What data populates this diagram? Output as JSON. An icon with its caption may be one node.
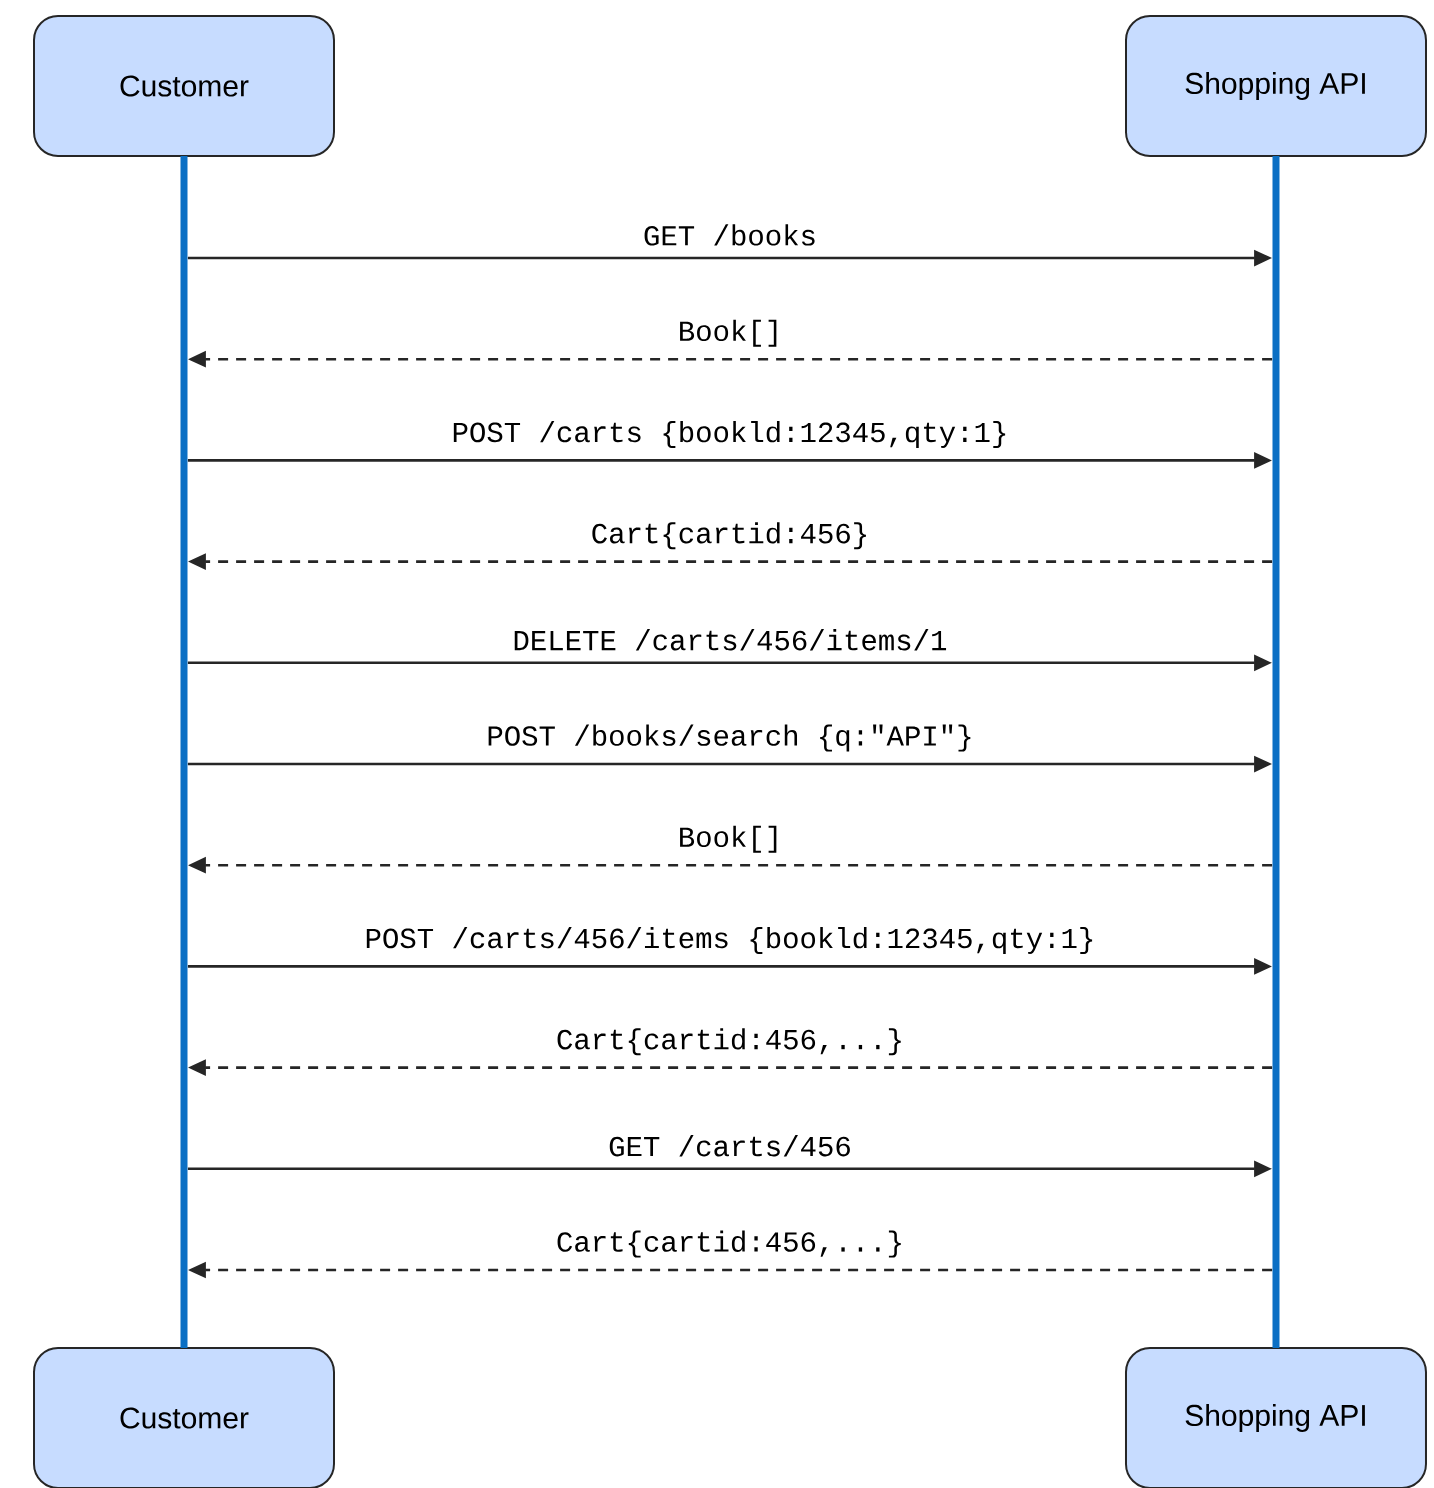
{
  "diagram": {
    "nodes": [
      {
        "text": [
          "Customer"
        ]
      },
      {
        "text": [
          "Shopping API"
        ]
      },
      {
        "text": [
          "Customer"
        ]
      },
      {
        "text": [
          "Shopping API"
        ]
      },
      {
        "text": [],
        "shape": "bar"
      },
      {
        "text": [],
        "shape": "bar"
      }
    ],
    "edges": [
      {
        "from": 4,
        "to": 5,
        "arrow": "to",
        "label": "GET /books"
      },
      {
        "from": 5,
        "to": 4,
        "arrow": "to",
        "label": "Book[]",
        "style": "dashed"
      },
      {
        "from": 4,
        "to": 5,
        "arrow": "to",
        "label": "POST /carts {bookld:12345,qty:1}"
      },
      {
        "from": 5,
        "to": 4,
        "arrow": "to",
        "label": "Cart{cartid:456}",
        "style": "dashed"
      },
      {
        "from": 4,
        "to": 5,
        "arrow": "to",
        "label": "DELETE /carts/456/items/1"
      },
      {
        "from": 4,
        "to": 5,
        "arrow": "to",
        "label": "POST /books/search {q:\"API\"}"
      },
      {
        "from": 5,
        "to": 4,
        "arrow": "to",
        "label": "Book[]",
        "style": "dashed"
      },
      {
        "from": 4,
        "to": 5,
        "arrow": "to",
        "label": "POST /carts/456/items {bookld:12345,qty:1}"
      },
      {
        "from": 5,
        "to": 4,
        "arrow": "to",
        "label": "Cart{cartid:456,...}",
        "style": "dashed"
      },
      {
        "from": 4,
        "to": 5,
        "arrow": "to",
        "label": "GET /carts/456"
      },
      {
        "from": 5,
        "to": 4,
        "arrow": "to",
        "label": "Cart{cartid:456,...}",
        "style": "dashed"
      }
    ]
  }
}
